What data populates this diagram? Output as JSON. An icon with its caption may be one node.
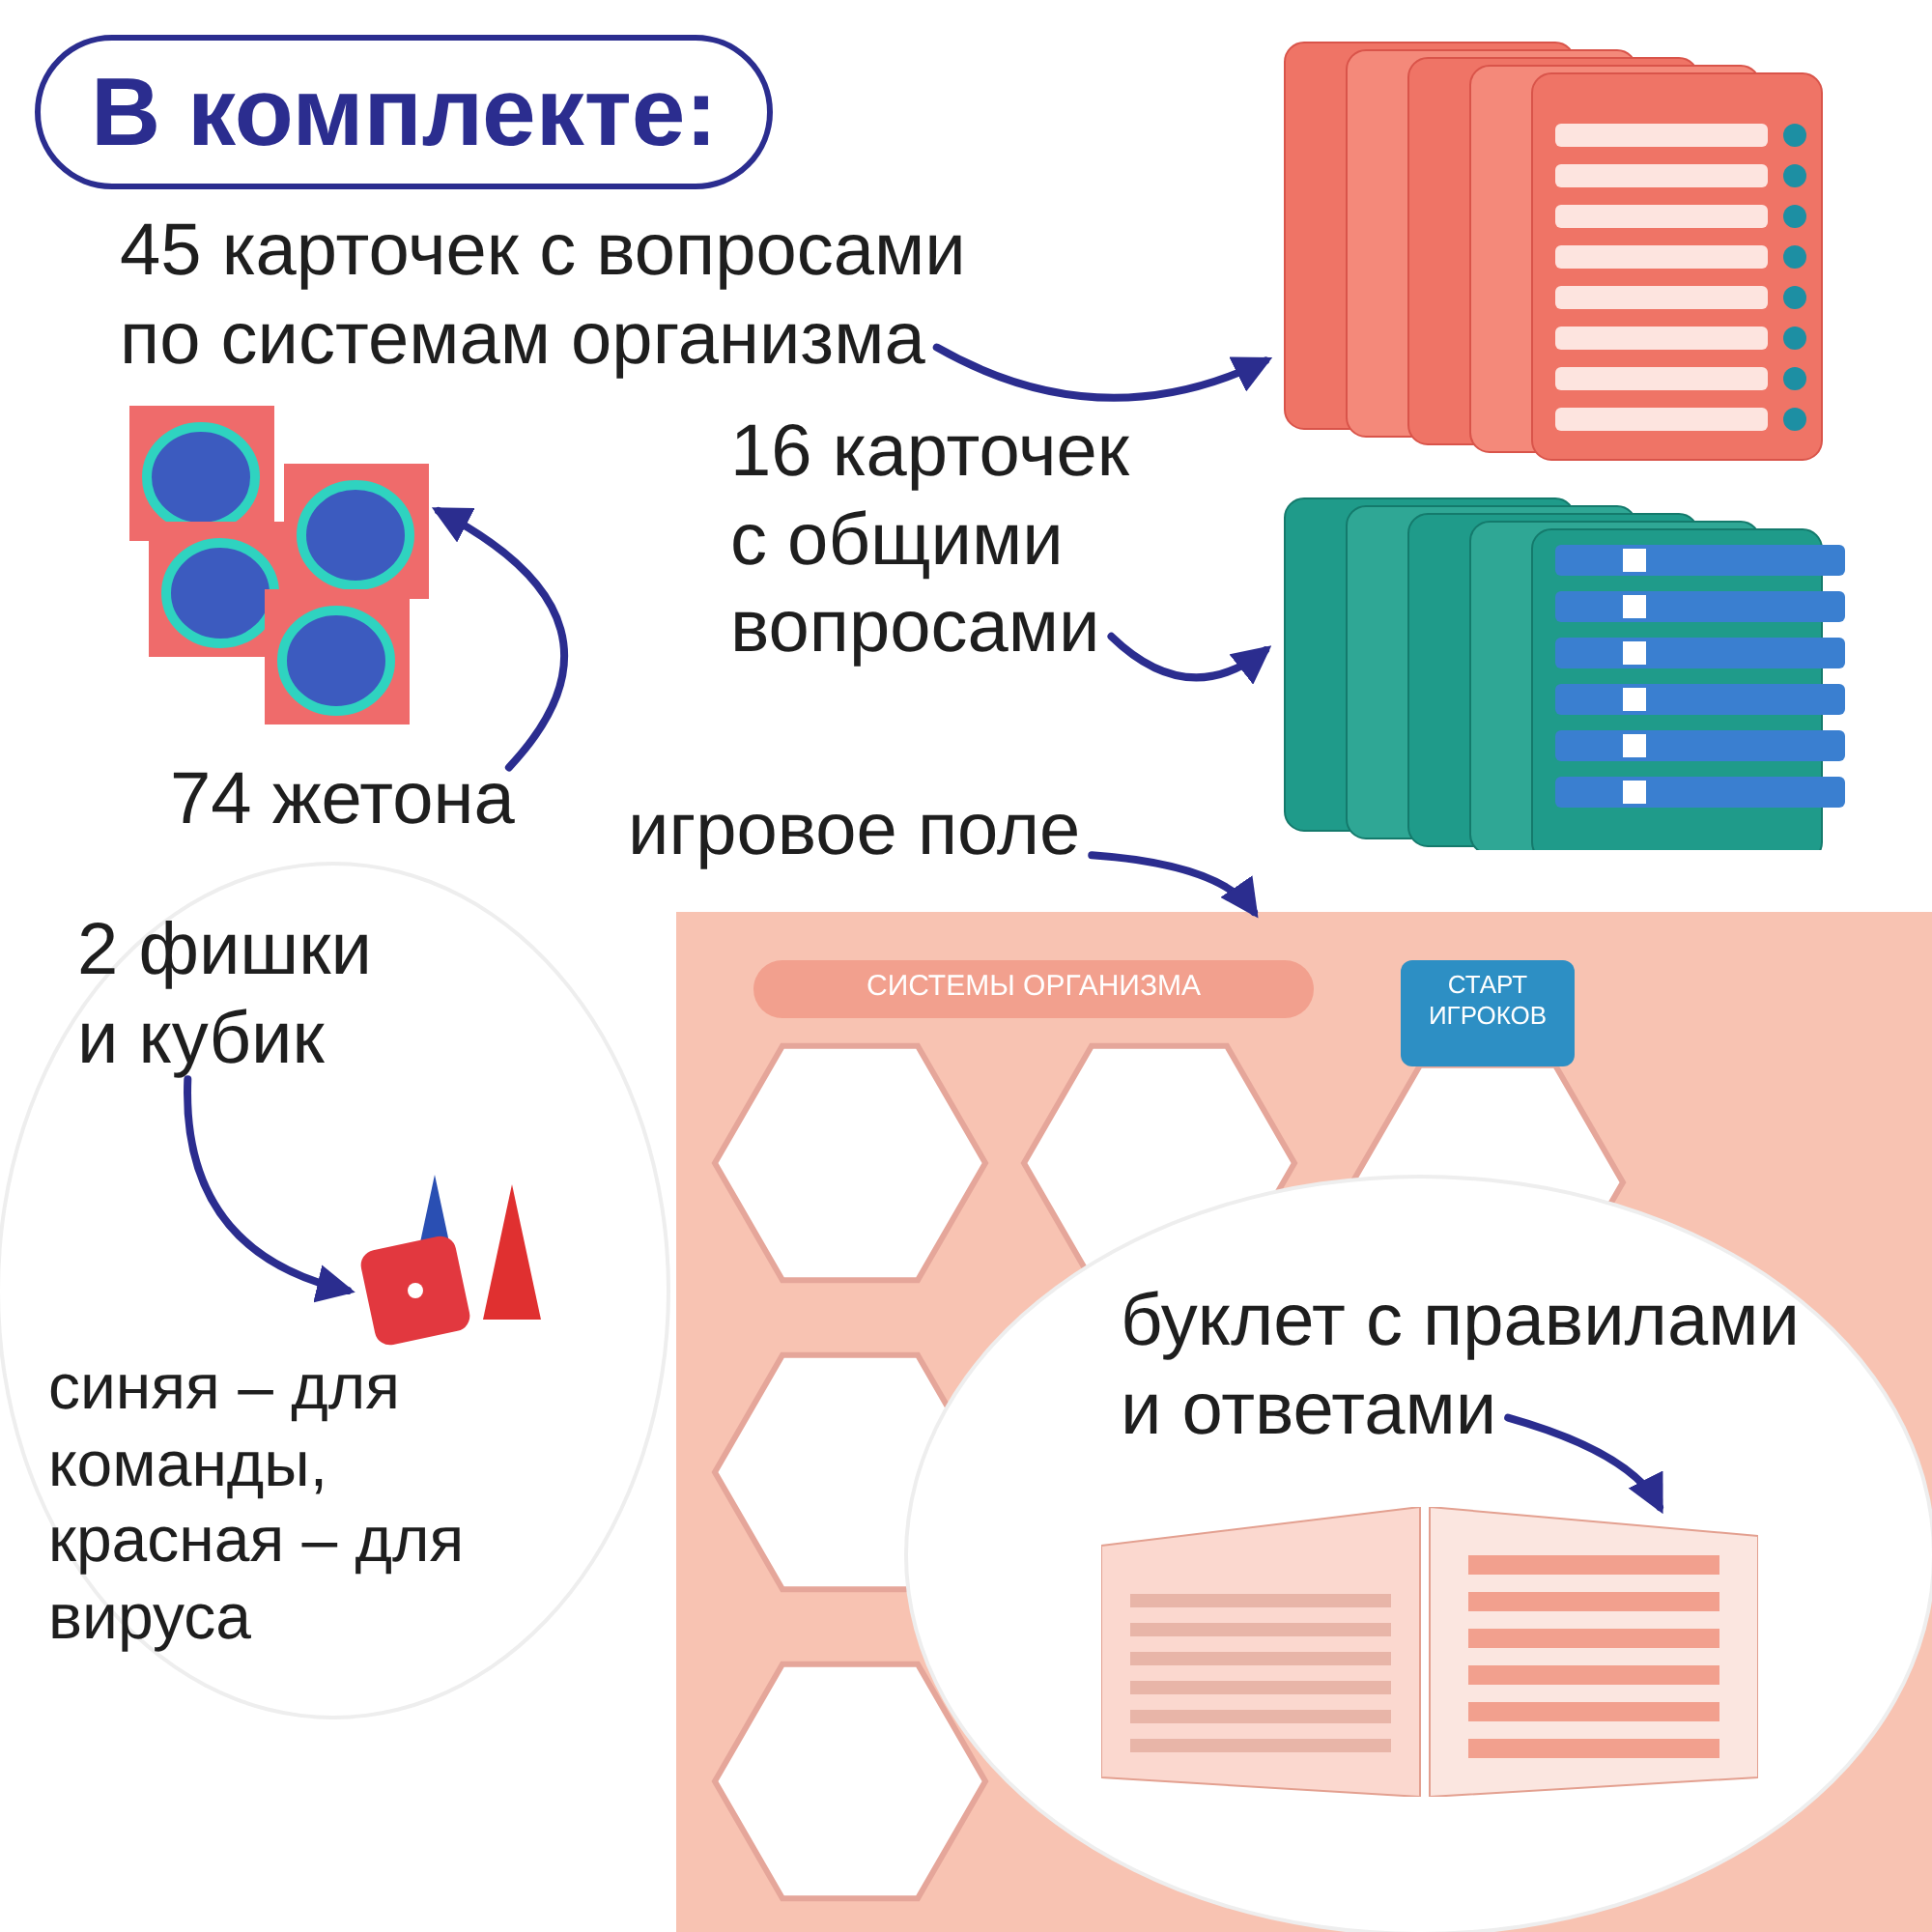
{
  "diagram": {
    "title": "В комплекте:",
    "nodes": [
      {
        "text": [
          "45 карточек с вопросами по системам организма"
        ]
      },
      {
        "text": [],
        "shape": "picture"
      },
      {
        "text": [
          "16 карточек с общими вопросами"
        ]
      },
      {
        "text": [],
        "shape": "picture"
      },
      {
        "text": [
          "74 жетона"
        ]
      },
      {
        "text": [],
        "shape": "picture"
      },
      {
        "text": [
          "игровое поле"
        ]
      },
      {
        "text": [],
        "shape": "picture"
      },
      {
        "text": [],
        "shape": "circle"
      },
      {
        "text": [
          "2 фишки и кубик"
        ],
        "in": 8
      },
      {
        "text": [],
        "shape": "picture",
        "in": 8
      },
      {
        "text": [
          "синяя – для команды, красная – для вируса"
        ],
        "in": 8
      },
      {
        "text": [],
        "shape": "circle",
        "in": 7
      },
      {
        "text": [
          "буклет с правилами и ответами"
        ],
        "in": 12
      },
      {
        "text": [],
        "shape": "picture",
        "in": 12
      }
    ],
    "edges": [
      {
        "from": 0,
        "to": 1,
        "arrow": "to"
      },
      {
        "from": 2,
        "to": 3,
        "arrow": "to"
      },
      {
        "from": 4,
        "to": 5,
        "arrow": "to"
      },
      {
        "from": 6,
        "to": 7,
        "arrow": "to"
      },
      {
        "from": 9,
        "to": 10,
        "arrow": "to"
      },
      {
        "from": 13,
        "to": 14,
        "arrow": "to"
      }
    ],
    "labels": [
      "СИСТЕМЫ ОРГАНИЗМА",
      "СТАРТ ИГРОКОВ"
    ]
  }
}
